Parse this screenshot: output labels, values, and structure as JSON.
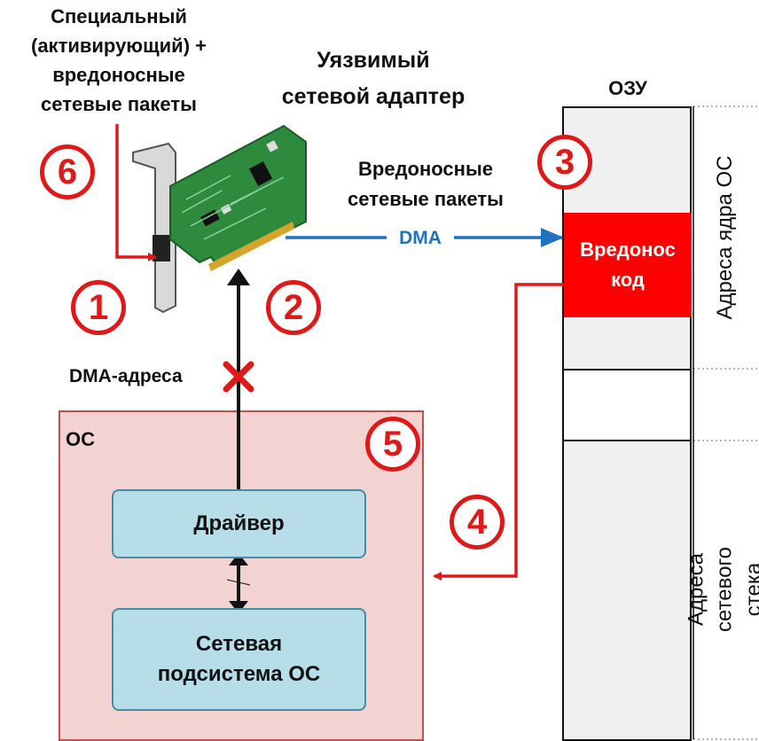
{
  "diagram": {
    "trigger_label": "Специальный\n(активирующий) +\nвредоносные\nсетевые пакеты",
    "nic_title": "Уязвимый\nсетевой адаптер",
    "packets_label": "Вредоносные\nсетевые пакеты",
    "dma_label": "DMA",
    "dma_addr_label": "DMA-адреса",
    "ram_title": "ОЗУ",
    "malicious_code": "Вредонос\nкод",
    "kernel_addr_label": "Адреса ядра ОС",
    "net_stack_addr_label": "Адреса сетевого\nстека",
    "os_label": "ОС",
    "driver_label": "Драйвер",
    "net_subsystem_label": "Сетевая\nподсистема ОС",
    "steps": [
      "1",
      "2",
      "3",
      "4",
      "5",
      "6"
    ]
  },
  "colors": {
    "arrow_red": "#e01818",
    "dma_blue": "#1e73be",
    "malicious_fill": "#ff0000",
    "os_fill": "#f2d3d2",
    "component_fill": "#b7dde8",
    "nic_board": "#2e8b3e"
  }
}
